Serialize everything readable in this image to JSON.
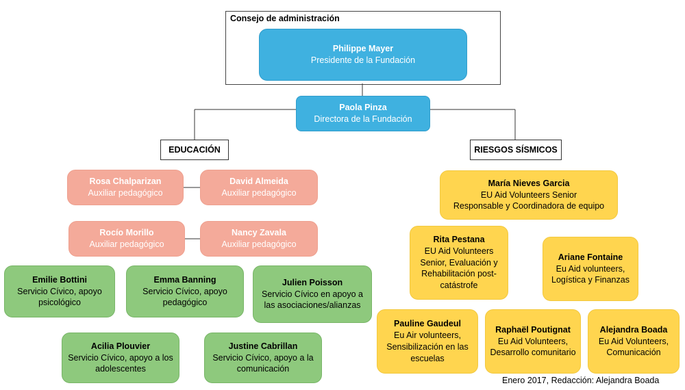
{
  "board": {
    "title": "Consejo de administración"
  },
  "president": {
    "name": "Philippe Mayer",
    "role": "Presidente de la Fundación"
  },
  "director": {
    "name": "Paola Pinza",
    "role": "Directora de la Fundación"
  },
  "departments": {
    "education": "EDUCACIÓN",
    "seismic": "RIESGOS SÍSMICOS"
  },
  "education_staff": [
    {
      "name": "Rosa Chalparizan",
      "role": "Auxiliar pedagógico"
    },
    {
      "name": "David Almeida",
      "role": "Auxiliar pedagógico"
    },
    {
      "name": "Rocío Morillo",
      "role": "Auxiliar pedagógico"
    },
    {
      "name": "Nancy Zavala",
      "role": "Auxiliar pedagógico"
    }
  ],
  "civic_service": [
    {
      "name": "Emilie Bottini",
      "role": "Servicio Cívico, apoyo psicológico"
    },
    {
      "name": "Emma Banning",
      "role": "Servicio Cívico, apoyo pedagógico"
    },
    {
      "name": "Julien Poisson",
      "role": "Servicio Cívico en apoyo a las asociaciones/alianzas"
    },
    {
      "name": "Acilia Plouvier",
      "role": "Servicio Cívico, apoyo a los adolescentes"
    },
    {
      "name": "Justine Cabrillan",
      "role": "Servicio Cívico, apoyo a la comunicación"
    }
  ],
  "seismic_lead": {
    "name": "María Nieves Garcia",
    "role1": "EU Aid Volunteers Senior",
    "role2": "Responsable y Coordinadora de equipo"
  },
  "seismic_staff": [
    {
      "name": "Rita Pestana",
      "role": "EU Aid Volunteers Senior, Evaluación y Rehabilitación post-catástrofe"
    },
    {
      "name": "Ariane Fontaine",
      "role": "Eu Aid volunteers, Logística y Finanzas"
    },
    {
      "name": "Pauline Gaudeul",
      "role": "Eu Air volunteers, Sensibilización en las escuelas"
    },
    {
      "name": "Raphaël Poutignat",
      "role": "Eu Aid Volunteers, Desarrollo comunitario"
    },
    {
      "name": "Alejandra Boada",
      "role": "Eu Aid Volunteers, Comunicación"
    }
  ],
  "footer": "Enero 2017, Redacción: Alejandra Boada"
}
